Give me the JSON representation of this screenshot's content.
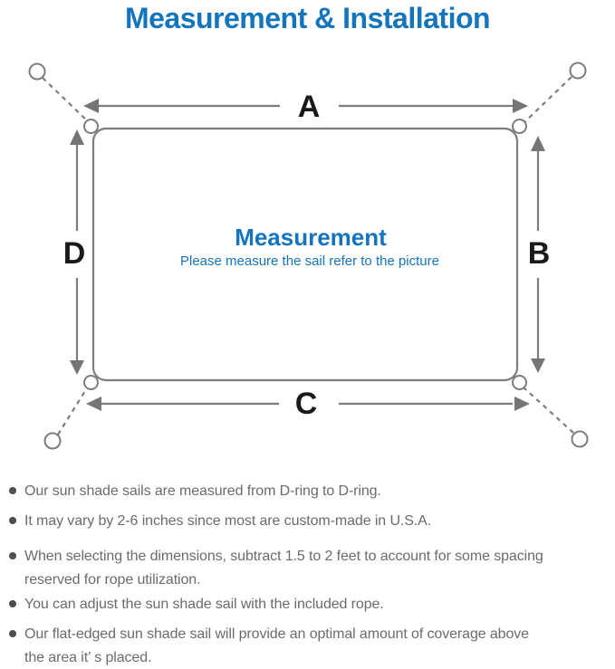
{
  "title": "Measurement & Installation",
  "diagram": {
    "center_title": "Measurement",
    "center_subtitle": "Please measure the sail refer to the picture",
    "dimension_labels": {
      "top": "A",
      "right": "B",
      "bottom": "C",
      "left": "D"
    }
  },
  "notes": [
    {
      "text": "Our sun shade sails are measured from D-ring to D-ring."
    },
    {
      "text": "It may vary by 2-6 inches since most are custom-made in U.S.A."
    },
    {
      "text": "When selecting the dimensions, subtract 1.5 to 2 feet to account for some spacing\nreserved for rope utilization."
    },
    {
      "text": "You can adjust the sun shade sail with the included rope."
    },
    {
      "text": "Our flat-edged sun shade sail will provide an optimal amount of coverage above\nthe area it’ s placed."
    }
  ],
  "colors": {
    "accent_blue": "#1575bc",
    "diagram_line_gray": "#7d7d7d",
    "label_black": "#1a1a1a",
    "note_text_gray": "#6b6b6b"
  }
}
